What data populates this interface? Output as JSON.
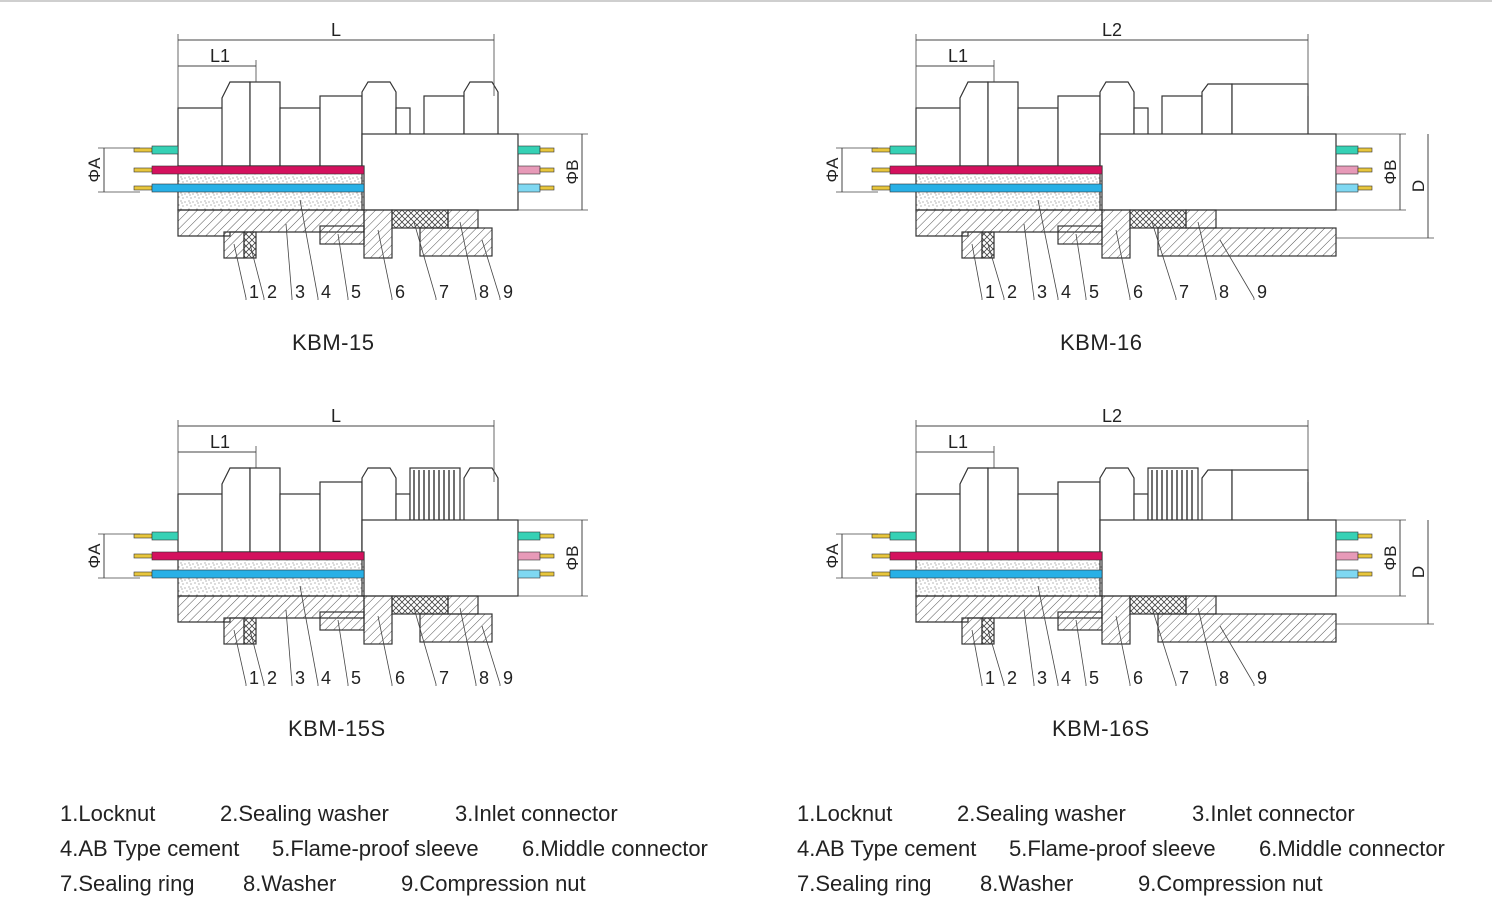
{
  "colors": {
    "wire_teal": "#36d1b5",
    "wire_magenta": "#d4115e",
    "wire_pink": "#e79ab8",
    "wire_cyan": "#28b0e6",
    "wire_light_cyan": "#7fd8f2",
    "wire_tip": "#e8c63c",
    "line": "#333333"
  },
  "diagrams": [
    {
      "id": "kbm-15",
      "caption": "KBM-15",
      "dim_total": "L",
      "dim_short": "L1",
      "dim_a": "ΦA",
      "dim_b": "ΦB",
      "dim_d": "",
      "part_numbers": [
        "1",
        "2",
        "3",
        "4",
        "5",
        "6",
        "7",
        "8",
        "9"
      ]
    },
    {
      "id": "kbm-16",
      "caption": "KBM-16",
      "dim_total": "L2",
      "dim_short": "L1",
      "dim_a": "ΦA",
      "dim_b": "ΦB",
      "dim_d": "D",
      "part_numbers": [
        "1",
        "2",
        "3",
        "4",
        "5",
        "6",
        "7",
        "8",
        "9"
      ]
    },
    {
      "id": "kbm-15s",
      "caption": "KBM-15S",
      "dim_total": "L",
      "dim_short": "L1",
      "dim_a": "ΦA",
      "dim_b": "ΦB",
      "dim_d": "",
      "part_numbers": [
        "1",
        "2",
        "3",
        "4",
        "5",
        "6",
        "7",
        "8",
        "9"
      ]
    },
    {
      "id": "kbm-16s",
      "caption": "KBM-16S",
      "dim_total": "L2",
      "dim_short": "L1",
      "dim_a": "ΦA",
      "dim_b": "ΦB",
      "dim_d": "D",
      "part_numbers": [
        "1",
        "2",
        "3",
        "4",
        "5",
        "6",
        "7",
        "8",
        "9"
      ]
    }
  ],
  "legend": {
    "rows": [
      [
        "1.Locknut",
        "2.Sealing washer",
        "3.Inlet connector"
      ],
      [
        "4.AB Type cement",
        "5.Flame-proof sleeve",
        "6.Middle connector"
      ],
      [
        "7.Sealing ring",
        "8.Washer",
        "9.Compression nut"
      ]
    ]
  }
}
